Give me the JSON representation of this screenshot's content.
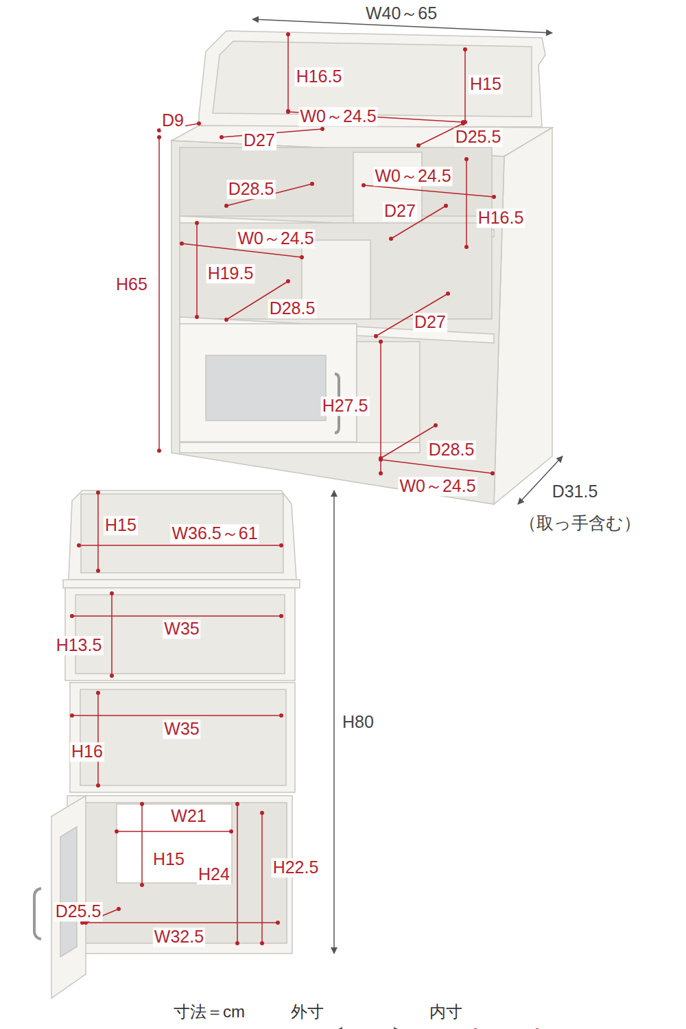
{
  "diagram": {
    "labels": [
      "W40～65",
      "H16.5",
      "H15",
      "D9",
      "W0～24.5",
      "D27",
      "D25.5",
      "W0～24.5",
      "D28.5",
      "D27",
      "H16.5",
      "W0～24.5",
      "H65",
      "H19.5",
      "D28.5",
      "D27",
      "H27.5",
      "D28.5",
      "W0～24.5",
      "D31.5",
      "（取っ手含む）",
      "H15",
      "W36.5～61",
      "W35",
      "H13.5",
      "W35",
      "H80",
      "H16",
      "W21",
      "H15",
      "H24",
      "H22.5",
      "D25.5",
      "W32.5",
      "寸法＝cm"
    ],
    "legend": [
      {
        "text": "外寸"
      },
      {
        "text": "内寸"
      }
    ]
  }
}
